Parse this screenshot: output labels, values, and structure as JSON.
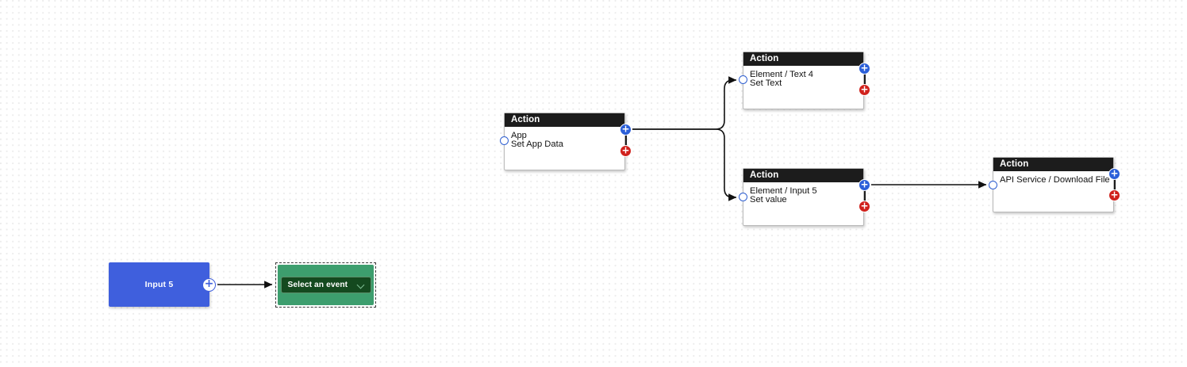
{
  "canvas": {
    "name": "workflow-canvas",
    "background": "#ffffff",
    "grid": "dotted"
  },
  "palette": {
    "header_bg": "#1c1c1c",
    "node_bg": "#ffffff",
    "success_badge": "#2b5fd9",
    "error_badge": "#d0211c",
    "element_node": "#3f5fdd",
    "event_node": "#3d9e6e",
    "select_bg": "#14491f",
    "edge": "#101010"
  },
  "action_nodes": [
    {
      "id": "set-text",
      "header": "Action",
      "line1": "Element / Text 4",
      "line2": "Set Text",
      "success_glyph": "+",
      "error_glyph": "+"
    },
    {
      "id": "set-app-data",
      "header": "Action",
      "line1": "App",
      "line2": "Set App Data",
      "success_glyph": "+",
      "error_glyph": "+"
    },
    {
      "id": "set-value",
      "header": "Action",
      "line1": "Element / Input 5",
      "line2": "Set value",
      "success_glyph": "+",
      "error_glyph": "+"
    },
    {
      "id": "download-file",
      "header": "Action",
      "line1": "API Service / Download File",
      "line2": "",
      "success_glyph": "+",
      "error_glyph": "+"
    }
  ],
  "element_node": {
    "label": "Input 5",
    "badge_glyph": "+"
  },
  "event_node": {
    "select_label": "Select an event",
    "chevron": "chevron-down-icon"
  }
}
